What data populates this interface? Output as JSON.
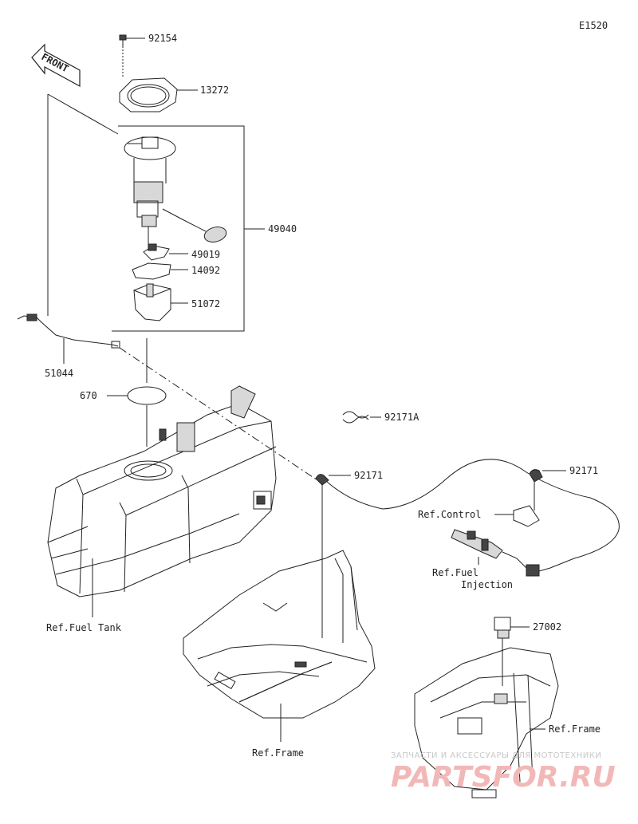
{
  "diagram_code": "E1520",
  "front_label": "FRONT",
  "parts": {
    "p92154": "92154",
    "p13272": "13272",
    "p49040": "49040",
    "p49019": "49019",
    "p14092": "14092",
    "p51072": "51072",
    "p51044": "51044",
    "p670": "670",
    "p92171A": "92171A",
    "p92171_a": "92171",
    "p92171_b": "92171",
    "p27002": "27002"
  },
  "refs": {
    "control": "Ref.Control",
    "fuel_injection_1": "Ref.Fuel",
    "fuel_injection_2": "Injection",
    "fuel_tank": "Ref.Fuel Tank",
    "frame_left": "Ref.Frame",
    "frame_right": "Ref.Frame"
  },
  "watermark": {
    "line1": "ЗАПЧАСТИ И АКСЕССУАРЫ ДЛЯ МОТОТЕХНИКИ",
    "line2": "PARTSFOR.RU"
  }
}
